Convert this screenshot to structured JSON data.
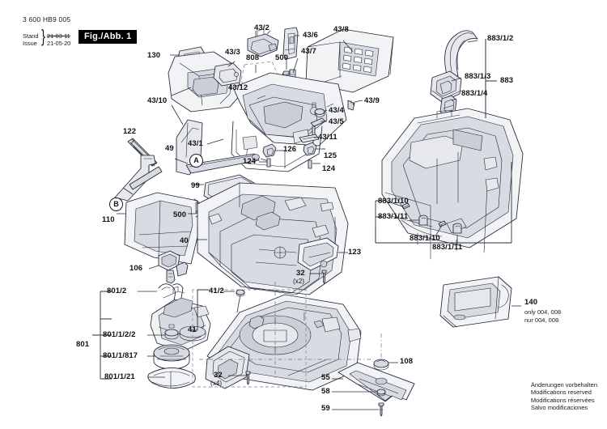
{
  "header": {
    "part_number": "3 600 HB9 005",
    "stand_label": "Stand",
    "issue_label": "Issue",
    "date_superseded": "21-03-11",
    "date_current": "21-05-20",
    "figure_badge": "Fig./Abb. 1"
  },
  "footer": {
    "line_de": "Änderungen vorbehalten",
    "line_en": "Modifications reserved",
    "line_fr": "Modifications réservées",
    "line_es": "Salvo modificaciones"
  },
  "reference_marks": [
    {
      "id": "mark-a",
      "text": "A"
    },
    {
      "id": "mark-b",
      "text": "B"
    }
  ],
  "callouts": [
    {
      "id": "c-130",
      "text": "130"
    },
    {
      "id": "c-43-2",
      "text": "43/2"
    },
    {
      "id": "c-43-3",
      "text": "43/3"
    },
    {
      "id": "c-808",
      "text": "808"
    },
    {
      "id": "c-500-top",
      "text": "500"
    },
    {
      "id": "c-43-6",
      "text": "43/6"
    },
    {
      "id": "c-43-7",
      "text": "43/7"
    },
    {
      "id": "c-43-8",
      "text": "43/8"
    },
    {
      "id": "c-43-10",
      "text": "43/10"
    },
    {
      "id": "c-43-12",
      "text": "43/12"
    },
    {
      "id": "c-43-1",
      "text": "43/1"
    },
    {
      "id": "c-43-4",
      "text": "43/4"
    },
    {
      "id": "c-43-5",
      "text": "43/5"
    },
    {
      "id": "c-43-9",
      "text": "43/9"
    },
    {
      "id": "c-43-11",
      "text": "43/11"
    },
    {
      "id": "c-122",
      "text": "122"
    },
    {
      "id": "c-49",
      "text": "49"
    },
    {
      "id": "c-126",
      "text": "126"
    },
    {
      "id": "c-125",
      "text": "125"
    },
    {
      "id": "c-124-left",
      "text": "124"
    },
    {
      "id": "c-124-right",
      "text": "124"
    },
    {
      "id": "c-99",
      "text": "99"
    },
    {
      "id": "c-110",
      "text": "110"
    },
    {
      "id": "c-500-mid",
      "text": "500"
    },
    {
      "id": "c-40",
      "text": "40"
    },
    {
      "id": "c-106",
      "text": "106"
    },
    {
      "id": "c-123",
      "text": "123"
    },
    {
      "id": "c-32-x2",
      "text": "32"
    },
    {
      "id": "c-32-x2-qty",
      "text": "(x2)"
    },
    {
      "id": "c-801",
      "text": "801"
    },
    {
      "id": "c-801-2",
      "text": "801/2"
    },
    {
      "id": "c-801-1-2-2",
      "text": "801/1/2/2"
    },
    {
      "id": "c-801-1-817",
      "text": "801/1/817"
    },
    {
      "id": "c-801-1-21",
      "text": "801/1/21"
    },
    {
      "id": "c-32-x4",
      "text": "32"
    },
    {
      "id": "c-32-x4-qty",
      "text": "(x4)"
    },
    {
      "id": "c-41",
      "text": "41"
    },
    {
      "id": "c-41-2",
      "text": "41/2"
    },
    {
      "id": "c-108",
      "text": "108"
    },
    {
      "id": "c-55",
      "text": "55"
    },
    {
      "id": "c-58",
      "text": "58"
    },
    {
      "id": "c-59",
      "text": "59"
    },
    {
      "id": "c-883",
      "text": "883"
    },
    {
      "id": "c-883-1-2",
      "text": "883/1/2"
    },
    {
      "id": "c-883-1-3",
      "text": "883/1/3"
    },
    {
      "id": "c-883-1-4",
      "text": "883/1/4"
    },
    {
      "id": "c-883-1-10-a",
      "text": "883/1/10"
    },
    {
      "id": "c-883-1-11-a",
      "text": "883/1/11"
    },
    {
      "id": "c-883-1-10-b",
      "text": "883/1/10"
    },
    {
      "id": "c-883-1-11-b",
      "text": "883/1/11"
    },
    {
      "id": "c-140",
      "text": "140"
    }
  ],
  "variant_note": {
    "line_en": "only 004, 008",
    "line_de": "nur 004, 008"
  },
  "colors": {
    "line": "#1f2436",
    "fill_light": "#f2f3f5",
    "fill_mid": "#e6e8ec",
    "fill_dark": "#cbced6",
    "badge_bg": "#000000",
    "badge_fg": "#ffffff"
  }
}
